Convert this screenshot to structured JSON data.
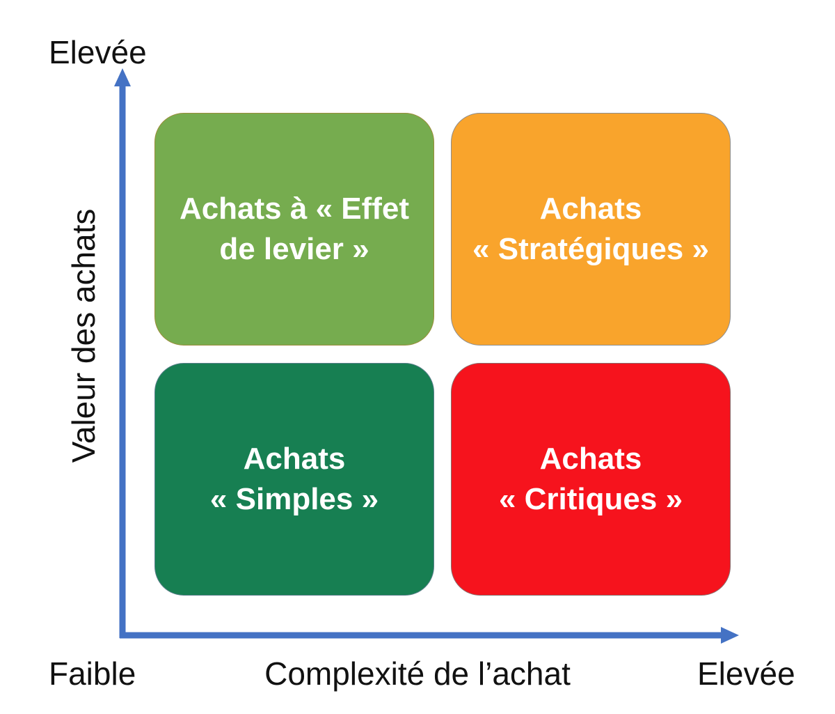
{
  "axes": {
    "y_top_label": "Elevée",
    "y_axis_title": "Valeur des achats",
    "x_origin_label": "Faible",
    "x_axis_title": "Complexité de l’achat",
    "x_right_label": "Elevée"
  },
  "quadrants": {
    "top_left": {
      "line1": "Achats à « Effet",
      "line2": "de levier »"
    },
    "top_right": {
      "line1": "Achats",
      "line2": "« Stratégiques »"
    },
    "bottom_left": {
      "line1": "Achats",
      "line2": "« Simples »"
    },
    "bottom_right": {
      "line1": "Achats",
      "line2": "« Critiques »"
    }
  },
  "colors": {
    "axis": "#4472c4",
    "top_left": "#76ac4f",
    "top_right": "#f9a42c",
    "bottom_left": "#177f52",
    "bottom_right": "#f6131d",
    "text_on_quadrant": "#ffffff"
  }
}
